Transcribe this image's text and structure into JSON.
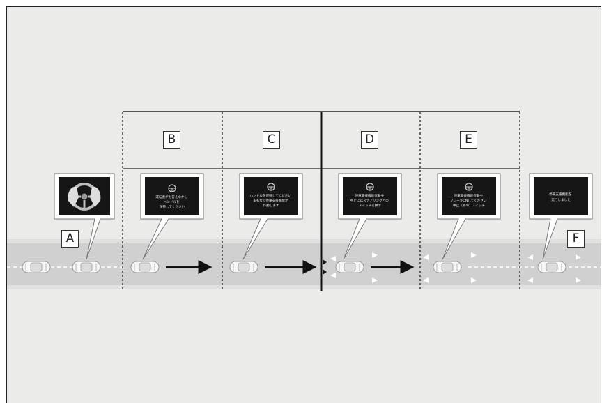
{
  "labels": {
    "a": "A",
    "b": "B",
    "c": "C",
    "d": "D",
    "e": "E",
    "f": "F"
  },
  "screens": {
    "b": [
      "運転者がお答えなかし",
      "ハンドルを",
      "保持してください"
    ],
    "c": [
      "ハンドルを保持してください",
      "まもなく停車支援機能が",
      "作動します"
    ],
    "d": [
      "停車支援機能作動中",
      "中止にはステアリングとの",
      "スイッチを押す"
    ],
    "e": [
      "停車支援機能作動中",
      "ブレーキONしてください",
      "中止（緑の）スイッチ"
    ],
    "f": [
      "停車支援機能を",
      "実行しました"
    ]
  },
  "colors": {
    "road": "#cfd0cf",
    "background": "#ebebea",
    "screen": "#161616"
  }
}
